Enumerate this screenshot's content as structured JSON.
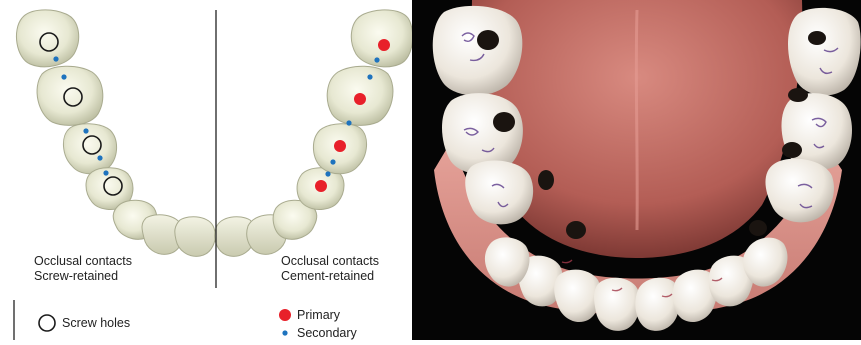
{
  "diagram": {
    "left_caption": {
      "line1": "Occlusal contacts",
      "line2": "Screw-retained"
    },
    "right_caption": {
      "line1": "Occlusal contacts",
      "line2": "Cement-retained"
    },
    "legend": {
      "screw_holes": "Screw holes",
      "primary": "Primary",
      "secondary": "Secondary"
    },
    "colors": {
      "primary": "#e8202a",
      "secondary": "#1e73be",
      "screw_hole": "#1a1a1a",
      "tooth_fill": "#e9ead6",
      "tooth_shadow": "#c7c8ae",
      "divider": "#222222"
    }
  },
  "photo": {
    "subject": "maxillary implant-supported prosthesis, occlusal view, with articulating-paper marks and screw access holes",
    "colors": {
      "gingiva": "#d98a82",
      "palate": "#c97468",
      "teeth": "#eee6dc",
      "background": "#000000",
      "marks": "#5b3a8a"
    }
  }
}
